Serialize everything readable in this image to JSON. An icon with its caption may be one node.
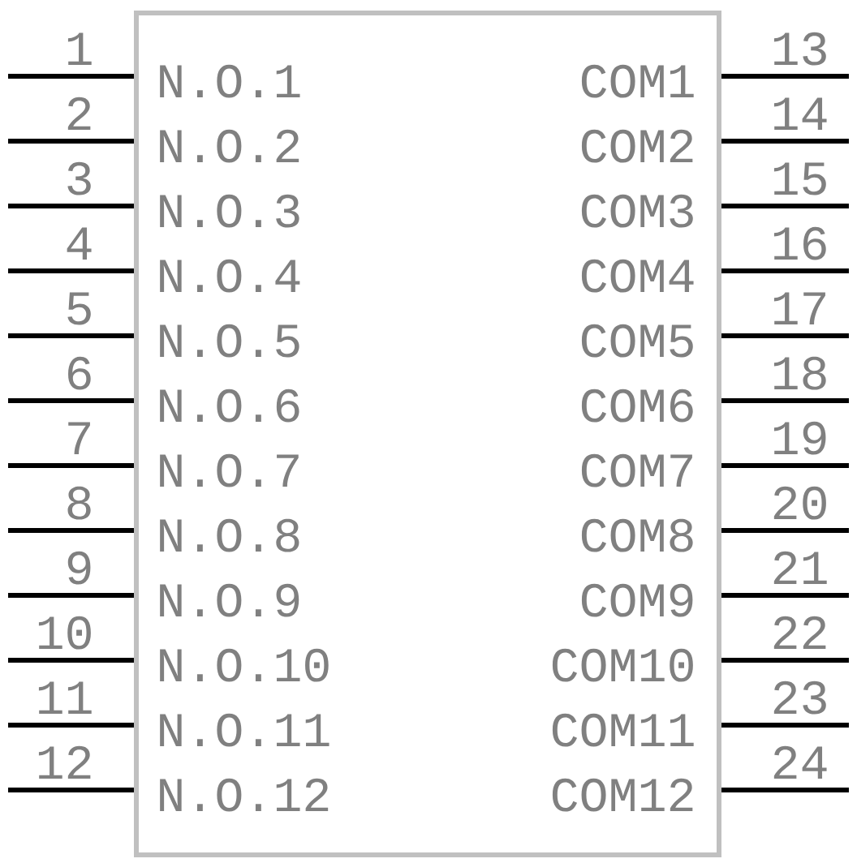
{
  "diagram": {
    "nodes": [
      {
        "text": [
          "N.O.1",
          "N.O.2",
          "N.O.3",
          "N.O.4",
          "N.O.5",
          "N.O.6",
          "N.O.7",
          "N.O.8",
          "N.O.9",
          "N.O.10",
          "N.O.11",
          "N.O.12",
          "COM1",
          "COM2",
          "COM3",
          "COM4",
          "COM5",
          "COM6",
          "COM7",
          "COM8",
          "COM9",
          "COM10",
          "COM11",
          "COM12"
        ]
      }
    ],
    "labels": [
      "1",
      "2",
      "3",
      "4",
      "5",
      "6",
      "7",
      "8",
      "9",
      "10",
      "11",
      "12",
      "13",
      "14",
      "15",
      "16",
      "17",
      "18",
      "19",
      "20",
      "21",
      "22",
      "23",
      "24"
    ]
  }
}
